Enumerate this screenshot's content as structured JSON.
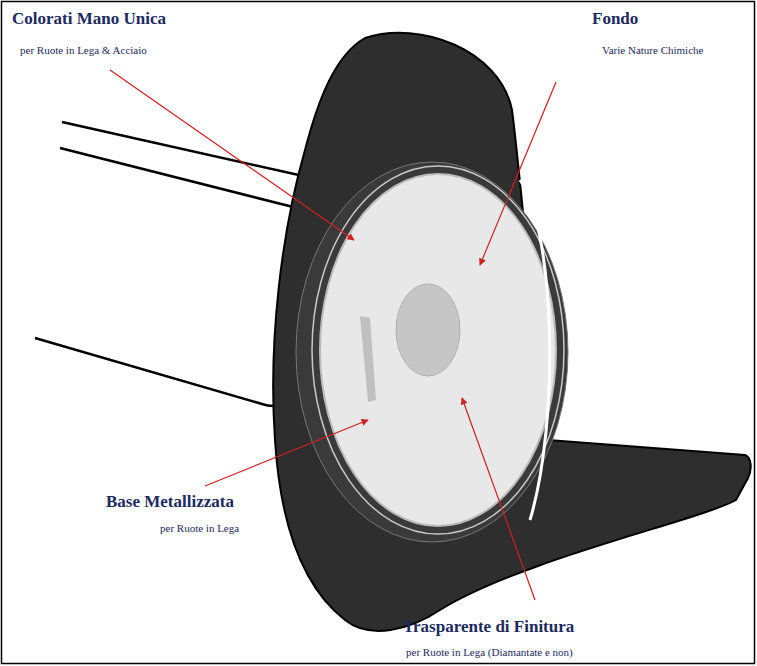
{
  "diagram": {
    "labels": [
      "Colorati Mano Unica",
      "per Ruote in Lega & Acciaio",
      "Fondo",
      "Varie Nature Chimiche",
      "Base Metallizzata",
      "per Ruote in Lega",
      "Trasparente di Finitura",
      "per Ruote in Lega (Diamantate e non)"
    ]
  }
}
